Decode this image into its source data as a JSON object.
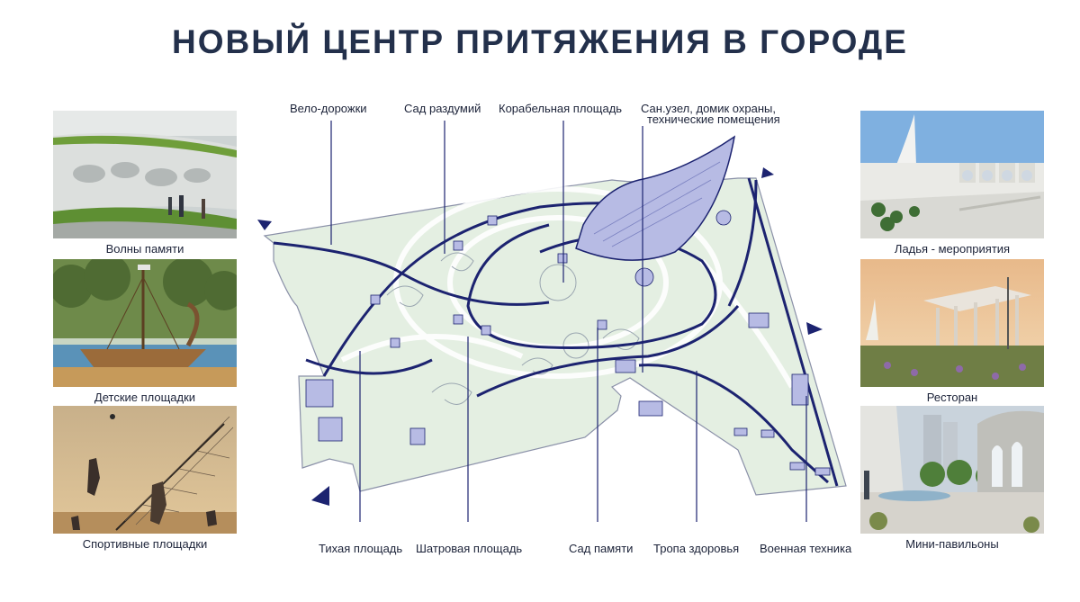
{
  "title": "НОВЫЙ ЦЕНТР ПРИТЯЖЕНИЯ В ГОРОДЕ",
  "left_cards": [
    {
      "caption": "Волны памяти",
      "image": "memorial-relief-wall"
    },
    {
      "caption": "Детские площадки",
      "image": "ship-playground"
    },
    {
      "caption": "Спортивные площадки",
      "image": "beach-volleyball"
    }
  ],
  "right_cards": [
    {
      "caption": "Ладья - мероприятия",
      "image": "boat-monument-terrace"
    },
    {
      "caption": "Ресторан",
      "image": "pavilion-at-sunset"
    },
    {
      "caption": "Мини-павильоны",
      "image": "arched-pavilions"
    }
  ],
  "map_labels": {
    "bike_paths": "Вело-дорожки",
    "garden_thoughts": "Сад раздумий",
    "ship_square": "Корабельная площадь",
    "sanitary_line1": "Сан.узел, домик охраны,",
    "sanitary_line2": "технические помещения",
    "quiet_square": "Тихая площадь",
    "tent_square": "Шатровая площадь",
    "memory_garden": "Сад памяти",
    "health_trail": "Тропа здоровья",
    "military_equipment": "Военная техника"
  },
  "colors": {
    "title": "#23304b",
    "path_navy": "#1c2370",
    "park_fill": "#e4efe2",
    "structure": "#b7bbe4"
  }
}
